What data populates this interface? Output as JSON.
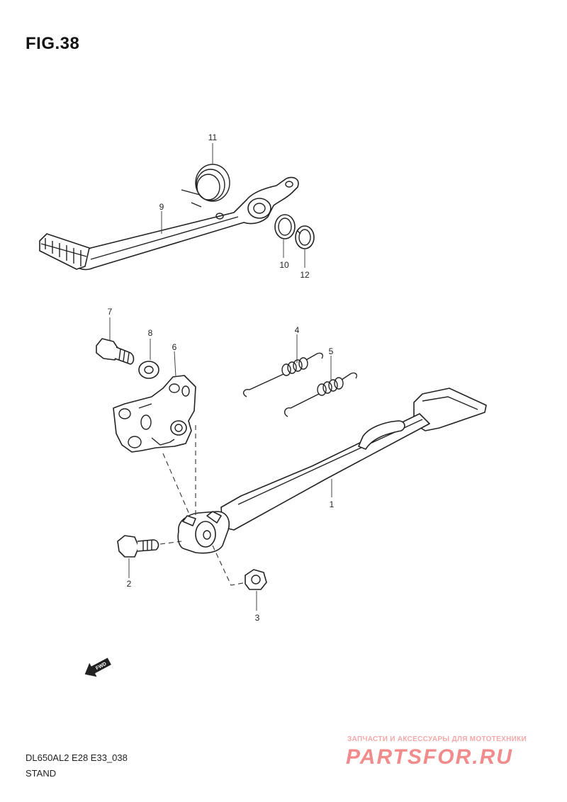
{
  "figure": {
    "title": "FIG.38",
    "model_code": "DL650AL2 E28 E33_038",
    "section_name": "STAND"
  },
  "callouts": [
    {
      "id": "1",
      "label": "1"
    },
    {
      "id": "2",
      "label": "2"
    },
    {
      "id": "3",
      "label": "3"
    },
    {
      "id": "4",
      "label": "4"
    },
    {
      "id": "5",
      "label": "5"
    },
    {
      "id": "6",
      "label": "6"
    },
    {
      "id": "7",
      "label": "7"
    },
    {
      "id": "8",
      "label": "8"
    },
    {
      "id": "9",
      "label": "9"
    },
    {
      "id": "10",
      "label": "10"
    },
    {
      "id": "11",
      "label": "11"
    },
    {
      "id": "12",
      "label": "12"
    }
  ],
  "fwd_marker": {
    "text": "FWD"
  },
  "watermark": {
    "tagline": "ЗАПЧАСТИ И АКСЕССУАРЫ ДЛЯ МОТОТЕХНИКИ",
    "logo": "PARTSFOR.RU",
    "color": "#f28b8b"
  }
}
